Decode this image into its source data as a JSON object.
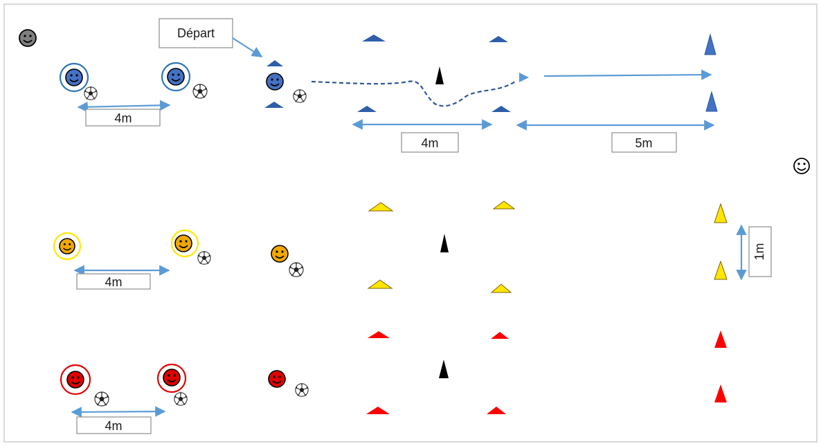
{
  "labels": {
    "start": "Départ",
    "dist_blue_left": "4m",
    "dist_blue_mid": "4m",
    "dist_blue_right": "5m",
    "dist_yellow_left": "4m",
    "dist_yellow_gap": "1m",
    "dist_red_left": "4m"
  },
  "colors": {
    "blue": "#2e5ea8",
    "blue_light": "#4472c4",
    "yellow": "#ffd700",
    "orange": "#f0a800",
    "red": "#e00000",
    "dark_red": "#c00000",
    "black": "#000000",
    "gray": "#7f7f7f",
    "arrow": "#5b9bd5"
  },
  "rows": [
    "blue",
    "yellow",
    "red"
  ],
  "icons": [
    "smiley-icon",
    "soccer-ball-icon",
    "cone-icon",
    "double-arrow-icon"
  ]
}
